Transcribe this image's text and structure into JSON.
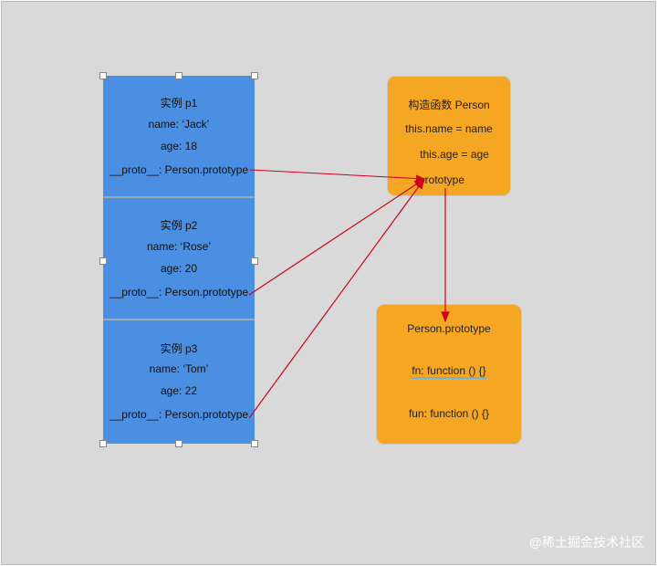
{
  "instances": [
    {
      "title": "实例 p1",
      "name": "name: ‘Jack’",
      "age": "age: 18",
      "proto": "__proto__: Person.prototype"
    },
    {
      "title": "实例 p2",
      "name": "name: ‘Rose’",
      "age": "age: 20",
      "proto": "__proto__: Person.prototype"
    },
    {
      "title": "实例 p3",
      "name": "name: ‘Tom’",
      "age": "age: 22",
      "proto": "__proto__: Person.prototype"
    }
  ],
  "constructor": {
    "title": "构造函数 Person",
    "l1": "this.name = name",
    "l2": "this.age = age",
    "l3": "prototype"
  },
  "prototype": {
    "title": "Person.prototype",
    "l1": "fn: function () {}",
    "l2": "fun: function () {}"
  },
  "watermark": "@稀土掘金技术社区",
  "colors": {
    "instance": "#4a8fe2",
    "box": "#f5a623",
    "arrow": "#d0021b"
  }
}
